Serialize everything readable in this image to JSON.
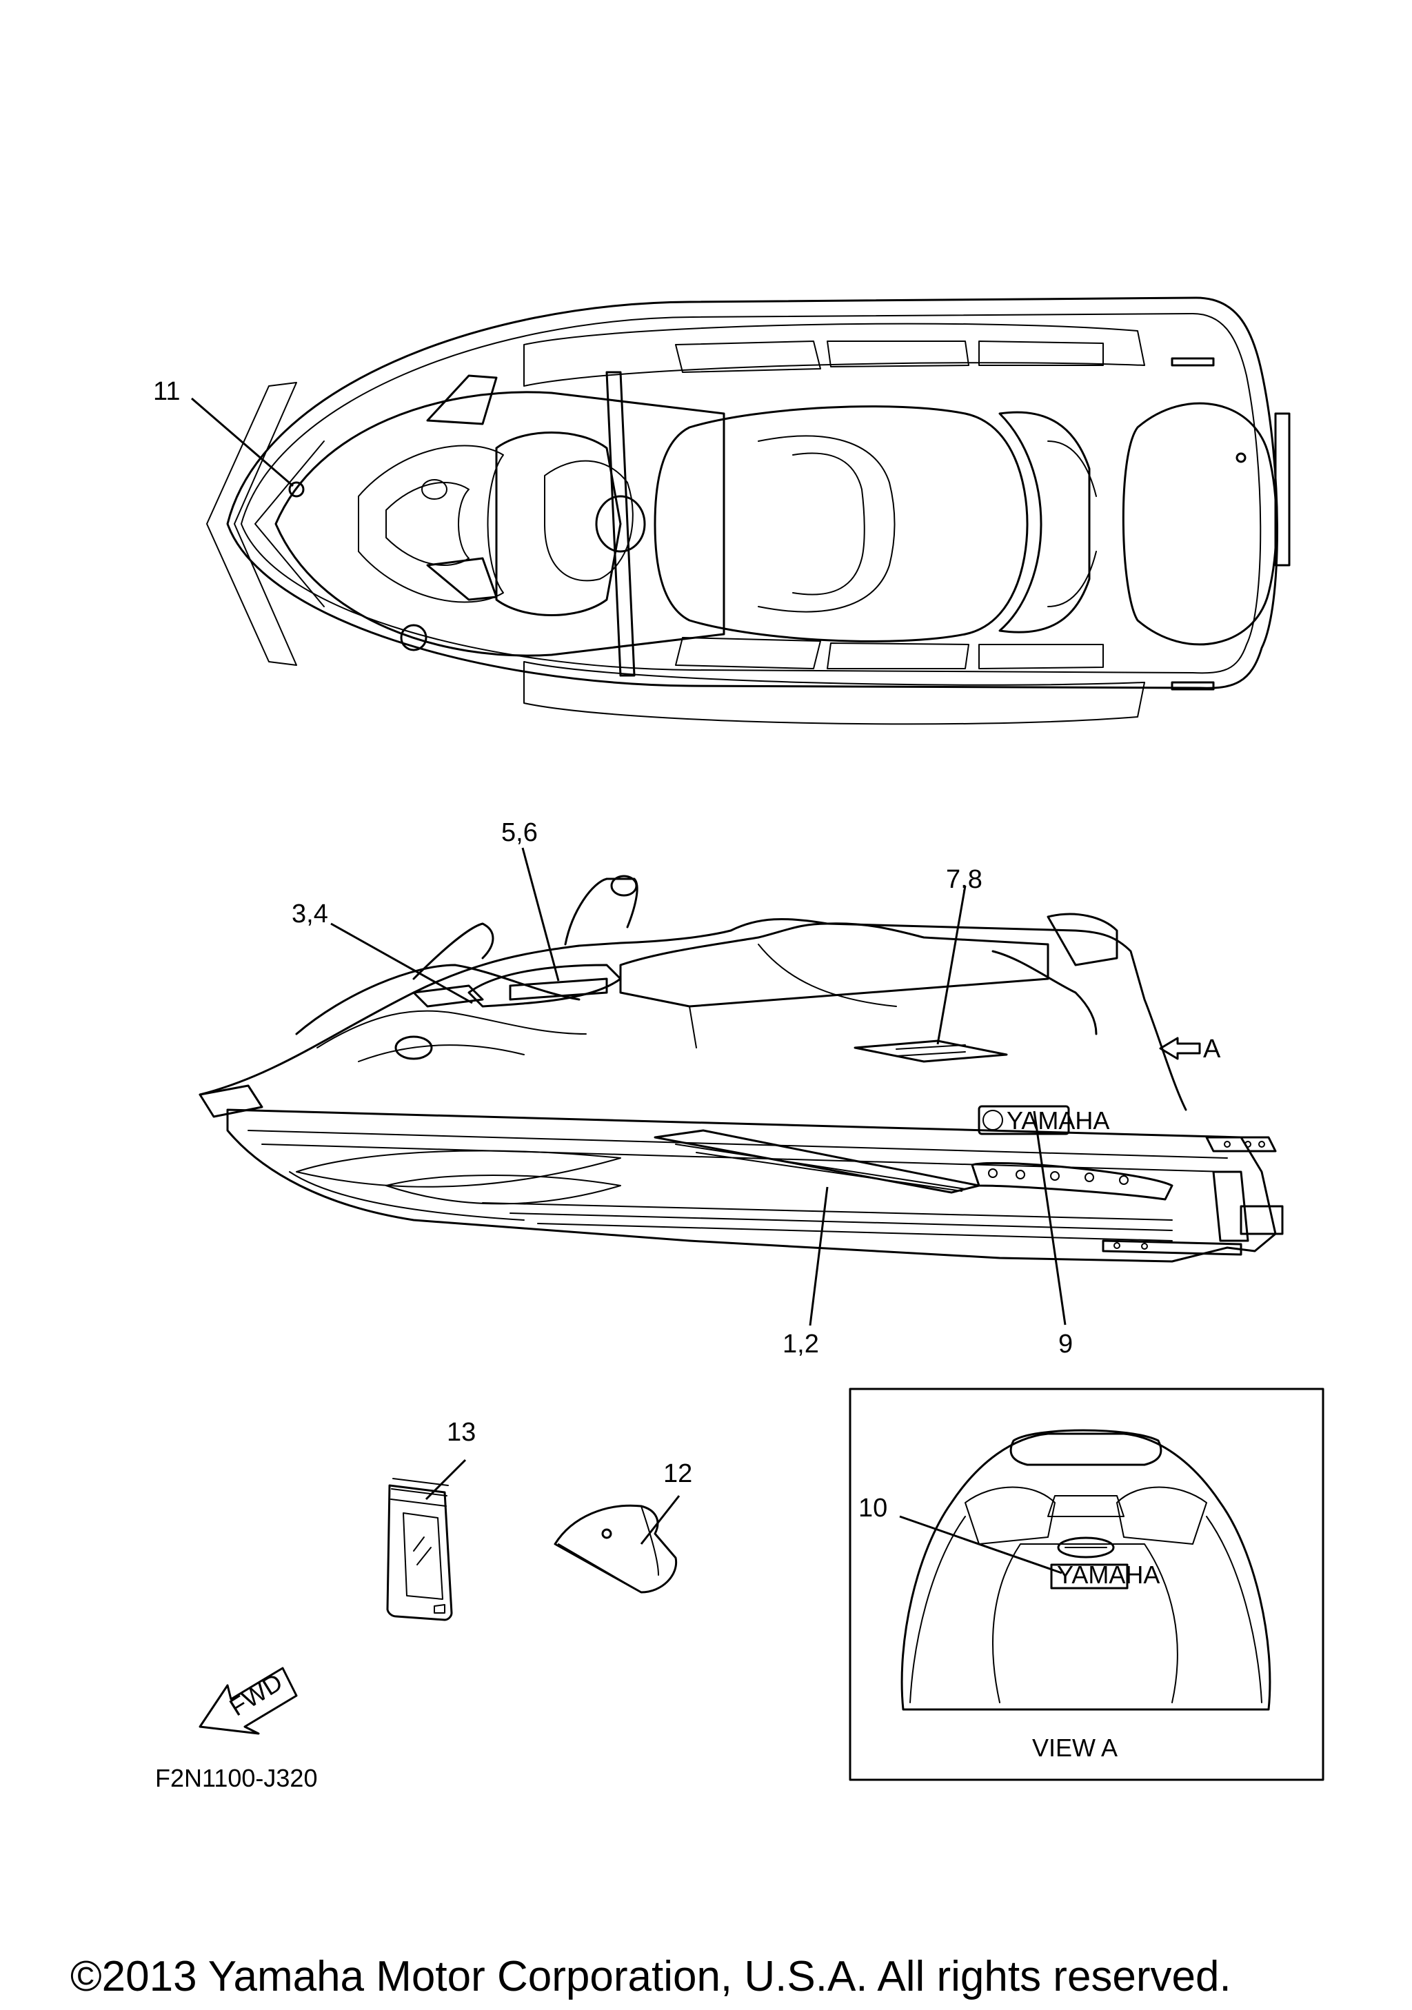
{
  "callouts": {
    "c11": "11",
    "c5_6": "5,6",
    "c7_8": "7,8",
    "c3_4": "3,4",
    "cA": "A",
    "c1_2": "1,2",
    "c9": "9",
    "c13": "13",
    "c12": "12",
    "c10": "10"
  },
  "view_label": "VIEW A",
  "fwd_label": "FWD",
  "logo_text": "YAMAHA",
  "diagram_code": "F2N1100-J320",
  "copyright": "©2013 Yamaha Motor Corporation, U.S.A. All rights reserved.",
  "colors": {
    "line": "#000000",
    "background": "#ffffff"
  }
}
